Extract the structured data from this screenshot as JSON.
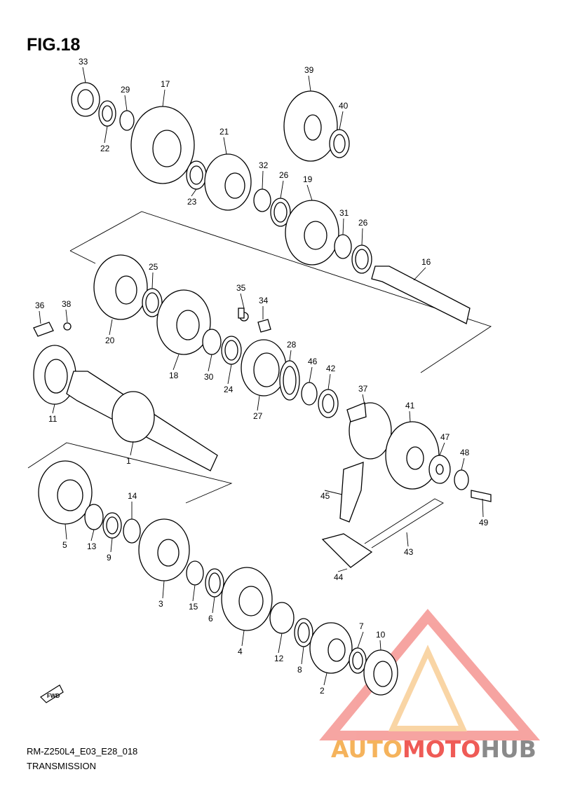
{
  "figure": {
    "title": "FIG.18"
  },
  "footer": {
    "code": "RM-Z250L4_E03_E28_018",
    "name": "TRANSMISSION"
  },
  "fwd_label": "FWD",
  "watermark": {
    "part1": "AUTO",
    "part2": "MOTO",
    "part3": "HUB",
    "colors": {
      "auto": "#f5b35c",
      "moto": "#ef5b56",
      "hub": "#8a8a8a"
    }
  },
  "labels": [
    "33",
    "29",
    "17",
    "22",
    "39",
    "40",
    "21",
    "32",
    "26",
    "23",
    "19",
    "31",
    "26",
    "25",
    "16",
    "35",
    "34",
    "36",
    "38",
    "20",
    "18",
    "30",
    "24",
    "28",
    "46",
    "42",
    "11",
    "27",
    "37",
    "41",
    "1",
    "47",
    "48",
    "14",
    "45",
    "5",
    "13",
    "9",
    "49",
    "43",
    "3",
    "15",
    "6",
    "44",
    "4",
    "7",
    "10",
    "12",
    "8",
    "2"
  ]
}
